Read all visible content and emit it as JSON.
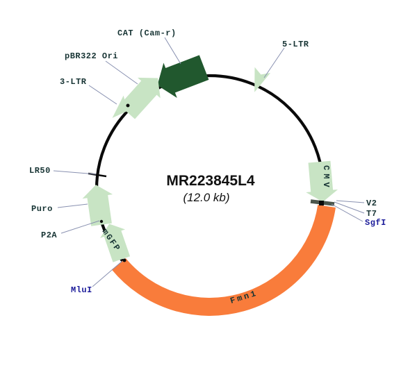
{
  "diagram": {
    "title": "MR223845L4",
    "subtitle": "(12.0 kb)",
    "labels": {
      "cat": "CAT (Cam-r)",
      "pbr322_ori": "pBR322 Ori",
      "ltr3": "3-LTR",
      "ltr5": "5-LTR",
      "cmv": "CMV",
      "v2": "V2",
      "t7": "T7",
      "sgfi": "SgfI",
      "fmn1": "Fmn1",
      "mlui": "MluI",
      "mgfp": "mGFP",
      "p2a": "P2A",
      "puro": "Puro",
      "lr50": "LR50"
    },
    "colors": {
      "backbone": "#0a0a0a",
      "feature_light_green": "#c8e4c4",
      "feature_dark_green": "#21582e",
      "feature_orange": "#f97c3b",
      "label_dark": "#173434",
      "label_blue": "#1a1a99",
      "leader_line": "#8890b0",
      "site_bar": "#4a564c",
      "title_color": "#111111"
    }
  }
}
